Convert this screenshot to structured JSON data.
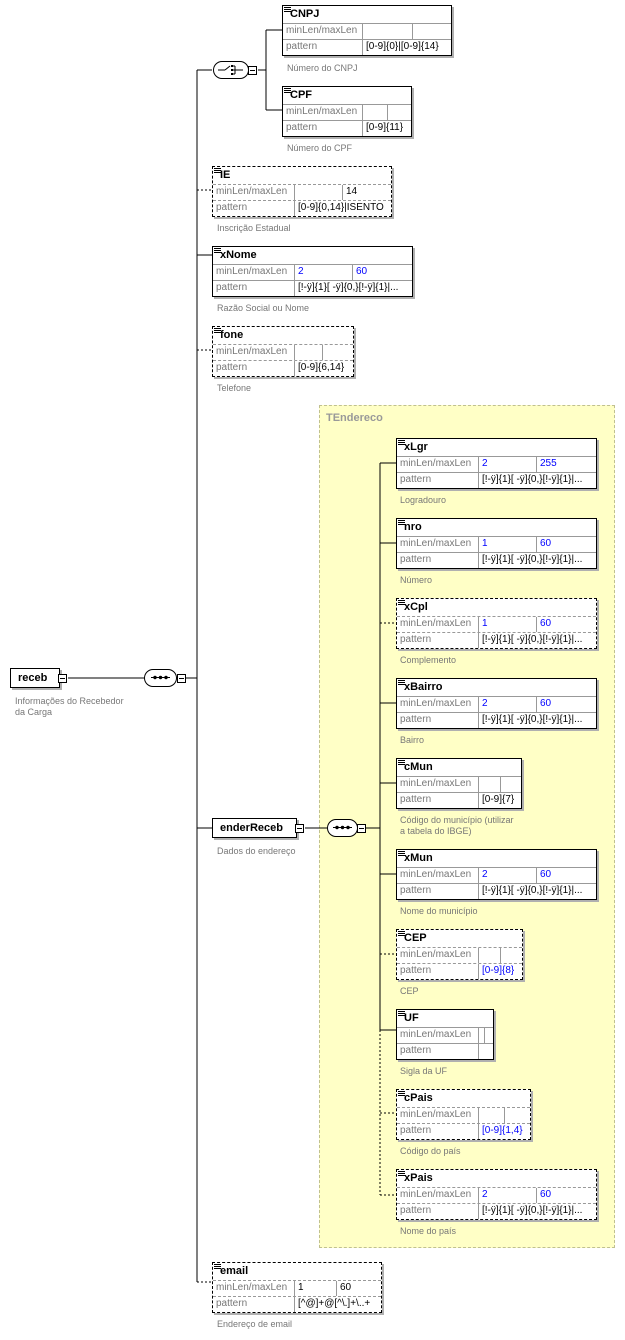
{
  "root": {
    "name": "receb",
    "desc_lines": [
      "Informações do Recebedor",
      "da Carga"
    ]
  },
  "choice": {
    "cnpj": {
      "name": "CNPJ",
      "row1_label": "minLen/maxLen",
      "row1_v1": "",
      "row1_v2": "",
      "row2_label": "pattern",
      "row2_value": "[0-9]{0}|[0-9]{14}",
      "desc": "Número do CNPJ"
    },
    "cpf": {
      "name": "CPF",
      "row1_label": "minLen/maxLen",
      "row1_v1": "",
      "row1_v2": "",
      "row2_label": "pattern",
      "row2_value": "[0-9]{11}",
      "desc": "Número do CPF"
    }
  },
  "ie": {
    "name": "IE",
    "row1_label": "minLen/maxLen",
    "row1_v1": "",
    "row1_v2": "14",
    "row2_label": "pattern",
    "row2_value": "[0-9]{0,14}|ISENTO",
    "desc": "Inscrição Estadual"
  },
  "xnome": {
    "name": "xNome",
    "row1_label": "minLen/maxLen",
    "row1_v1": "2",
    "row1_v2": "60",
    "row2_label": "pattern",
    "row2_value": "[!-ÿ]{1}[ -ÿ]{0,}[!-ÿ]{1}|...",
    "desc": "Razão Social ou Nome"
  },
  "fone": {
    "name": "fone",
    "row1_label": "minLen/maxLen",
    "row1_v1": "",
    "row1_v2": "",
    "row2_label": "pattern",
    "row2_value": "[0-9]{6,14}",
    "desc": "Telefone"
  },
  "ender": {
    "name": "enderReceb",
    "desc": "Dados do endereço",
    "type_title": "TEndereco",
    "xlgr": {
      "name": "xLgr",
      "row1_label": "minLen/maxLen",
      "row1_v1": "2",
      "row1_v2": "255",
      "row2_label": "pattern",
      "row2_value": "[!-ÿ]{1}[ -ÿ]{0,}[!-ÿ]{1}|...",
      "desc": "Logradouro"
    },
    "nro": {
      "name": "nro",
      "row1_label": "minLen/maxLen",
      "row1_v1": "1",
      "row1_v2": "60",
      "row2_label": "pattern",
      "row2_value": "[!-ÿ]{1}[ -ÿ]{0,}[!-ÿ]{1}|...",
      "desc": "Número"
    },
    "xcpl": {
      "name": "xCpl",
      "row1_label": "minLen/maxLen",
      "row1_v1": "1",
      "row1_v2": "60",
      "row2_label": "pattern",
      "row2_value": "[!-ÿ]{1}[ -ÿ]{0,}[!-ÿ]{1}|...",
      "desc": "Complemento"
    },
    "xbairro": {
      "name": "xBairro",
      "row1_label": "minLen/maxLen",
      "row1_v1": "2",
      "row1_v2": "60",
      "row2_label": "pattern",
      "row2_value": "[!-ÿ]{1}[ -ÿ]{0,}[!-ÿ]{1}|...",
      "desc": "Bairro"
    },
    "cmun": {
      "name": "cMun",
      "row1_label": "minLen/maxLen",
      "row1_v1": "",
      "row1_v2": "",
      "row2_label": "pattern",
      "row2_value": "[0-9]{7}",
      "desc_lines": [
        "Código do município (utilizar",
        "a tabela do IBGE)"
      ]
    },
    "xmun": {
      "name": "xMun",
      "row1_label": "minLen/maxLen",
      "row1_v1": "2",
      "row1_v2": "60",
      "row2_label": "pattern",
      "row2_value": "[!-ÿ]{1}[ -ÿ]{0,}[!-ÿ]{1}|...",
      "desc": "Nome do município"
    },
    "cep": {
      "name": "CEP",
      "row1_label": "minLen/maxLen",
      "row1_v1": "",
      "row1_v2": "",
      "row2_label": "pattern",
      "row2_value": "[0-9]{8}",
      "desc": "CEP"
    },
    "uf": {
      "name": "UF",
      "row1_label": "minLen/maxLen",
      "row1_v1": "",
      "row1_v2": "",
      "row2_label": "pattern",
      "row2_value": "",
      "desc": "Sigla da UF"
    },
    "cpais": {
      "name": "cPais",
      "row1_label": "minLen/maxLen",
      "row1_v1": "",
      "row1_v2": "",
      "row2_label": "pattern",
      "row2_value": "[0-9]{1,4}",
      "desc": "Código do país"
    },
    "xpais": {
      "name": "xPais",
      "row1_label": "minLen/maxLen",
      "row1_v1": "2",
      "row1_v2": "60",
      "row2_label": "pattern",
      "row2_value": "[!-ÿ]{1}[ -ÿ]{0,}[!-ÿ]{1}|...",
      "desc": "Nome do país"
    }
  },
  "email": {
    "name": "email",
    "row1_label": "minLen/maxLen",
    "row1_v1": "1",
    "row1_v2": "60",
    "row2_label": "pattern",
    "row2_value": "[^@]+@[^\\.]+\\..+",
    "desc": "Endereço de email"
  },
  "colors": {
    "group_bg": "#ffffc6",
    "value_blue": "#0000ff",
    "label_gray": "#777777"
  }
}
